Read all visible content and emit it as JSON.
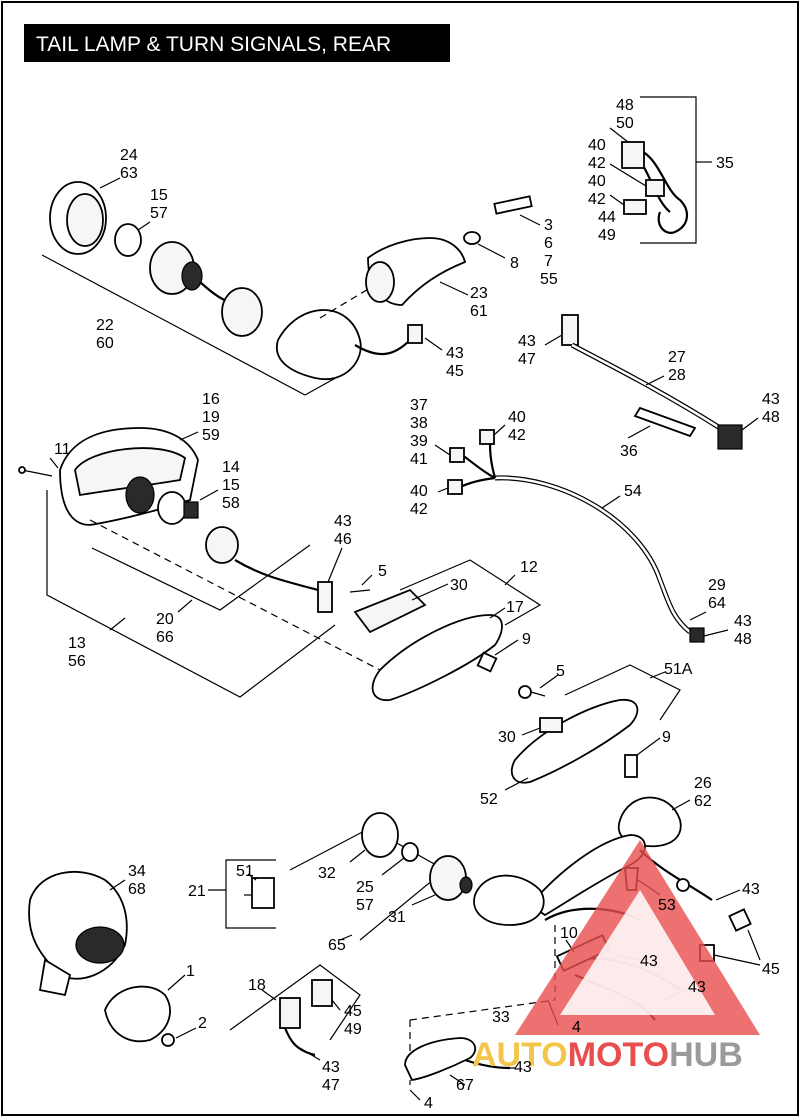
{
  "title": "TAIL LAMP & TURN SIGNALS, REAR",
  "watermark": {
    "text_a": "AUTO",
    "text_b": "MOTO",
    "text_c": "HUB",
    "color_a": "#f3c64a",
    "color_b": "#e94e4e",
    "color_c": "#9a9a9a"
  },
  "callouts": [
    {
      "id": "c-48",
      "text": "48"
    },
    {
      "id": "c-50",
      "text": "50"
    },
    {
      "id": "c-40a",
      "text": "40"
    },
    {
      "id": "c-42a",
      "text": "42"
    },
    {
      "id": "c-40b",
      "text": "40"
    },
    {
      "id": "c-42b",
      "text": "42"
    },
    {
      "id": "c-44",
      "text": "44"
    },
    {
      "id": "c-49a",
      "text": "49"
    },
    {
      "id": "c-35",
      "text": "35"
    },
    {
      "id": "c-24",
      "text": "24"
    },
    {
      "id": "c-63",
      "text": "63"
    },
    {
      "id": "c-15a",
      "text": "15"
    },
    {
      "id": "c-57a",
      "text": "57"
    },
    {
      "id": "c-3",
      "text": "3"
    },
    {
      "id": "c-6",
      "text": "6"
    },
    {
      "id": "c-7",
      "text": "7"
    },
    {
      "id": "c-55",
      "text": "55"
    },
    {
      "id": "c-8",
      "text": "8"
    },
    {
      "id": "c-23",
      "text": "23"
    },
    {
      "id": "c-61",
      "text": "61"
    },
    {
      "id": "c-22",
      "text": "22"
    },
    {
      "id": "c-60",
      "text": "60"
    },
    {
      "id": "c-43a",
      "text": "43"
    },
    {
      "id": "c-45a",
      "text": "45"
    },
    {
      "id": "c-43b",
      "text": "43"
    },
    {
      "id": "c-47a",
      "text": "47"
    },
    {
      "id": "c-27",
      "text": "27"
    },
    {
      "id": "c-28",
      "text": "28"
    },
    {
      "id": "c-43c",
      "text": "43"
    },
    {
      "id": "c-48b",
      "text": "48"
    },
    {
      "id": "c-36",
      "text": "36"
    },
    {
      "id": "c-37",
      "text": "37"
    },
    {
      "id": "c-38",
      "text": "38"
    },
    {
      "id": "c-39",
      "text": "39"
    },
    {
      "id": "c-41",
      "text": "41"
    },
    {
      "id": "c-40c",
      "text": "40"
    },
    {
      "id": "c-42c",
      "text": "42"
    },
    {
      "id": "c-40d",
      "text": "40"
    },
    {
      "id": "c-42d",
      "text": "42"
    },
    {
      "id": "c-54",
      "text": "54"
    },
    {
      "id": "c-16",
      "text": "16"
    },
    {
      "id": "c-19",
      "text": "19"
    },
    {
      "id": "c-59",
      "text": "59"
    },
    {
      "id": "c-11",
      "text": "11"
    },
    {
      "id": "c-14",
      "text": "14"
    },
    {
      "id": "c-15b",
      "text": "15"
    },
    {
      "id": "c-58",
      "text": "58"
    },
    {
      "id": "c-43d",
      "text": "43"
    },
    {
      "id": "c-46",
      "text": "46"
    },
    {
      "id": "c-5a",
      "text": "5"
    },
    {
      "id": "c-30a",
      "text": "30"
    },
    {
      "id": "c-12",
      "text": "12"
    },
    {
      "id": "c-17",
      "text": "17"
    },
    {
      "id": "c-9a",
      "text": "9"
    },
    {
      "id": "c-29",
      "text": "29"
    },
    {
      "id": "c-64",
      "text": "64"
    },
    {
      "id": "c-43e",
      "text": "43"
    },
    {
      "id": "c-48c",
      "text": "48"
    },
    {
      "id": "c-20",
      "text": "20"
    },
    {
      "id": "c-66",
      "text": "66"
    },
    {
      "id": "c-13",
      "text": "13"
    },
    {
      "id": "c-56",
      "text": "56"
    },
    {
      "id": "c-5b",
      "text": "5"
    },
    {
      "id": "c-51a",
      "text": "51A"
    },
    {
      "id": "c-30b",
      "text": "30"
    },
    {
      "id": "c-9b",
      "text": "9"
    },
    {
      "id": "c-52",
      "text": "52"
    },
    {
      "id": "c-26",
      "text": "26"
    },
    {
      "id": "c-62",
      "text": "62"
    },
    {
      "id": "c-34",
      "text": "34"
    },
    {
      "id": "c-68",
      "text": "68"
    },
    {
      "id": "c-21",
      "text": "21"
    },
    {
      "id": "c-51",
      "text": "51"
    },
    {
      "id": "c-32",
      "text": "32"
    },
    {
      "id": "c-25",
      "text": "25"
    },
    {
      "id": "c-57b",
      "text": "57"
    },
    {
      "id": "c-31",
      "text": "31"
    },
    {
      "id": "c-65",
      "text": "65"
    },
    {
      "id": "c-43f",
      "text": "43"
    },
    {
      "id": "c-53",
      "text": "53"
    },
    {
      "id": "c-10",
      "text": "10"
    },
    {
      "id": "c-43g",
      "text": "43"
    },
    {
      "id": "c-45b",
      "text": "45"
    },
    {
      "id": "c-43h",
      "text": "43"
    },
    {
      "id": "c-1",
      "text": "1"
    },
    {
      "id": "c-2",
      "text": "2"
    },
    {
      "id": "c-18",
      "text": "18"
    },
    {
      "id": "c-45c",
      "text": "45"
    },
    {
      "id": "c-49b",
      "text": "49"
    },
    {
      "id": "c-43i",
      "text": "43"
    },
    {
      "id": "c-47b",
      "text": "47"
    },
    {
      "id": "c-33",
      "text": "33"
    },
    {
      "id": "c-4a",
      "text": "4"
    },
    {
      "id": "c-43j",
      "text": "43"
    },
    {
      "id": "c-67",
      "text": "67"
    },
    {
      "id": "c-4b",
      "text": "4"
    }
  ]
}
